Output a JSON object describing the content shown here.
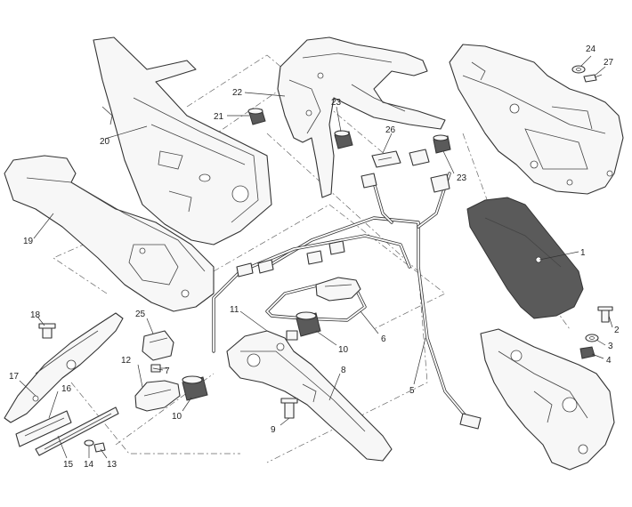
{
  "labels": {
    "p1": "1",
    "p2": "2",
    "p3": "3",
    "p4": "4",
    "p5": "5",
    "p6": "6",
    "p7": "7",
    "p8": "8",
    "p9": "9",
    "p10a": "10",
    "p10b": "10",
    "p11": "11",
    "p12": "12",
    "p13": "13",
    "p14": "14",
    "p15": "15",
    "p16": "16",
    "p17": "17",
    "p18": "18",
    "p19": "19",
    "p20": "20",
    "p21": "21",
    "p22": "22",
    "p23a": "23",
    "p23b": "23",
    "p24": "24",
    "p25": "25",
    "p26": "26",
    "p27": "27"
  },
  "colors": {
    "line": "#333333",
    "fill": "#f7f7f7",
    "dark_part": "#5a5a5a"
  }
}
